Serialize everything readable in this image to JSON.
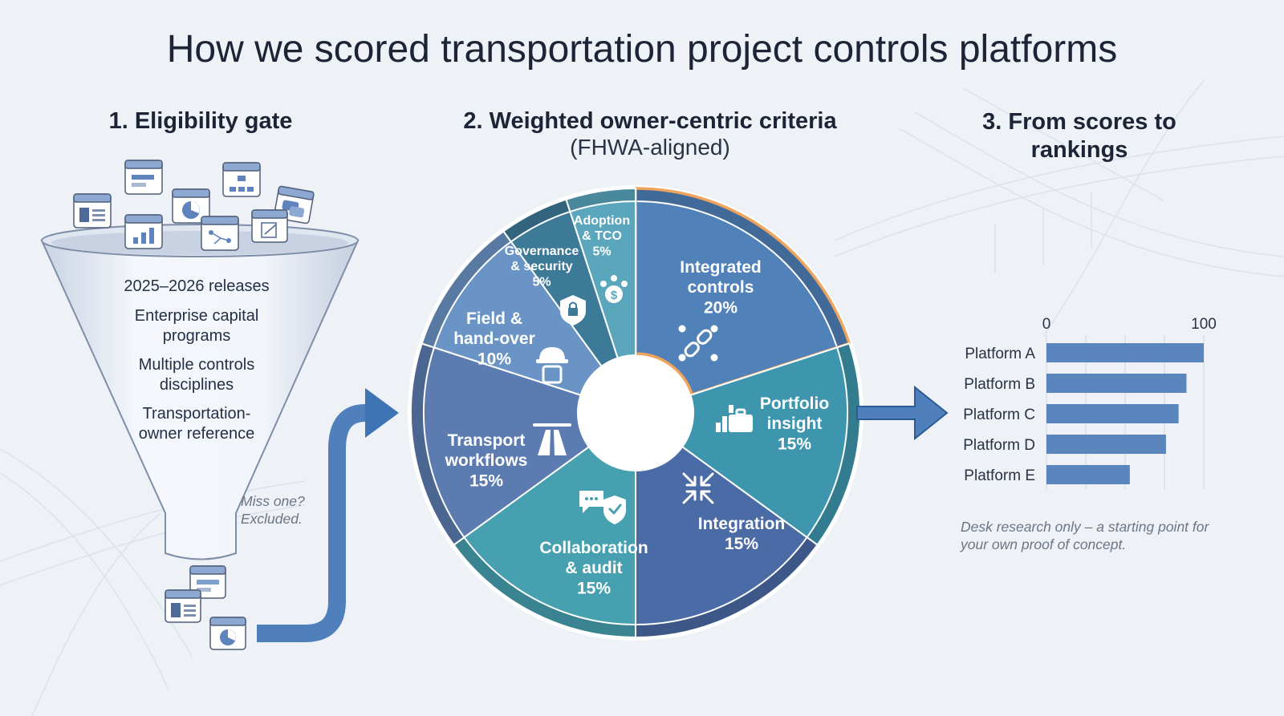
{
  "title": "How we scored transportation project controls platforms",
  "steps": {
    "gate": {
      "heading": "1. Eligibility gate",
      "criteria": [
        "2025–2026 releases",
        "Enterprise capital programs",
        "Multiple controls disciplines",
        "Transportation-owner reference"
      ],
      "miss_note": "Miss one? Excluded."
    },
    "criteria": {
      "heading": "2. Weighted owner-centric criteria",
      "subheading": "(FHWA-aligned)"
    },
    "rankings": {
      "heading": "3. From scores to rankings",
      "note": "Desk research only – a starting point for your own proof of concept."
    }
  },
  "wheel": {
    "segments": [
      {
        "lines": [
          "Integrated",
          "controls",
          "20%"
        ],
        "weight": 20,
        "color": "#5181b9",
        "icon": "link-icon",
        "highlight": true
      },
      {
        "lines": [
          "Portfolio",
          "insight",
          "15%"
        ],
        "weight": 15,
        "color": "#3e96ae",
        "icon": "briefcase-chart-icon"
      },
      {
        "lines": [
          "Integration",
          "15%"
        ],
        "weight": 15,
        "color": "#4b6ba6",
        "icon": "arrows-inward-icon"
      },
      {
        "lines": [
          "Collaboration",
          "& audit",
          "15%"
        ],
        "weight": 15,
        "color": "#47a0b0",
        "icon": "chat-shield-icon"
      },
      {
        "lines": [
          "Transport",
          "workflows",
          "15%"
        ],
        "weight": 15,
        "color": "#5c7cb1",
        "icon": "highway-icon"
      },
      {
        "lines": [
          "Field &",
          "hand-over",
          "10%"
        ],
        "weight": 10,
        "color": "#6a94c5",
        "icon": "hardhat-tablet-icon"
      },
      {
        "lines": [
          "Governance",
          "& security",
          "5%"
        ],
        "weight": 5,
        "color": "#3d7a98",
        "icon": "lock-shield-icon"
      },
      {
        "lines": [
          "Adoption",
          "& TCO",
          "5%"
        ],
        "weight": 5,
        "color": "#5aa6bd",
        "icon": "people-dollar-icon"
      }
    ]
  },
  "chart_data": {
    "type": "bar",
    "orientation": "horizontal",
    "categories": [
      "Platform A",
      "Platform B",
      "Platform C",
      "Platform D",
      "Platform E"
    ],
    "values": [
      100,
      89,
      84,
      76,
      53
    ],
    "xlim": [
      0,
      100
    ],
    "tick_labels": [
      "0",
      "100"
    ],
    "color": "#5a86bd"
  }
}
